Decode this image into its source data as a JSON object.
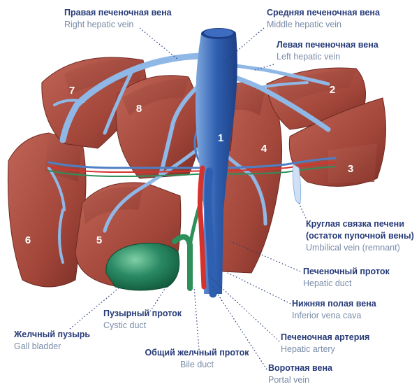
{
  "colors": {
    "liver": "#a4473b",
    "liver_dark": "#7c2f26",
    "liver_light": "#c2675a",
    "vein": "#8fb8e6",
    "vein_dark": "#4f7fc4",
    "ivc": "#2f5fb0",
    "artery": "#d6322d",
    "bile": "#2f8f5a",
    "gallbladder": "#2a8a64",
    "label_ru": "#263a78",
    "label_en": "#7a8ca8",
    "leader": "#263a78"
  },
  "segments": [
    "1",
    "2",
    "3",
    "4",
    "5",
    "6",
    "7",
    "8"
  ],
  "labels": {
    "right_hepatic_vein": {
      "ru": "Правая печеночная вена",
      "en": "Right hepatic vein"
    },
    "middle_hepatic_vein": {
      "ru": "Средняя печеночная вена",
      "en": "Middle hepatic vein"
    },
    "left_hepatic_vein": {
      "ru": "Левая печеночная вена",
      "en": "Left hepatic vein"
    },
    "umbilical_vein": {
      "ru1": "Круглая связка печени",
      "ru2": "(остаток пупочной вены)",
      "en": "Umbilical vein (remnant)"
    },
    "hepatic_duct": {
      "ru": "Печеночный проток",
      "en": "Hepatic duct"
    },
    "ivc": {
      "ru": "Нижняя полая вена",
      "en": "Inferior vena cava"
    },
    "hepatic_artery": {
      "ru": "Печеночная артерия",
      "en": "Hepatic artery"
    },
    "portal_vein": {
      "ru": "Воротная вена",
      "en": "Portal vein"
    },
    "bile_duct": {
      "ru": "Общий желчный проток",
      "en": "Bile duct"
    },
    "cystic_duct": {
      "ru": "Пузырный проток",
      "en": "Cystic duct"
    },
    "gall_bladder": {
      "ru": "Желчный пузырь",
      "en": "Gall bladder"
    }
  }
}
